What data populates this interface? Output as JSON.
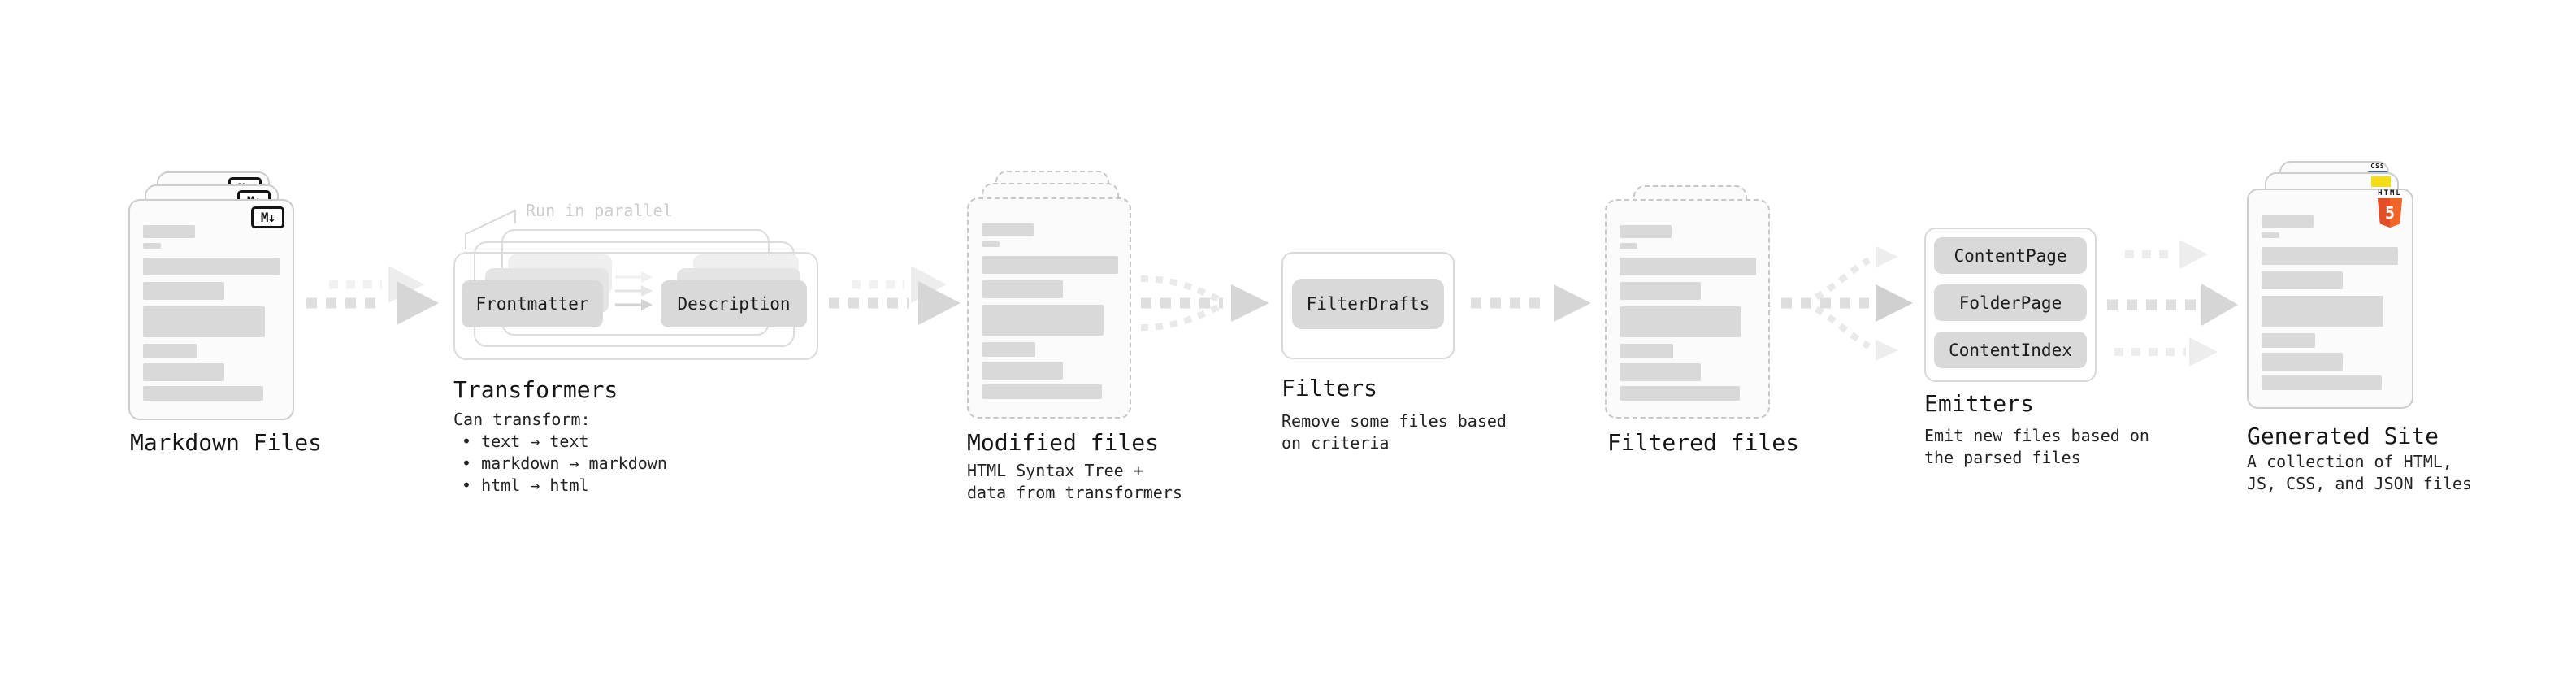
{
  "stages": {
    "markdown_files": {
      "label": "Markdown Files",
      "badge": "M↓"
    },
    "transformers": {
      "label": "Transformers",
      "callout": "Run in parallel",
      "pills": {
        "frontmatter": "Frontmatter",
        "description": "Description"
      },
      "desc_title": "Can transform:",
      "bullets": [
        "• text → text",
        "• markdown → markdown",
        "• html → html"
      ]
    },
    "modified_files": {
      "label": "Modified files",
      "desc": [
        "HTML Syntax Tree +",
        "data from transformers"
      ]
    },
    "filters": {
      "label": "Filters",
      "pills": {
        "filter_drafts": "FilterDrafts"
      },
      "desc": [
        "Remove some files based",
        "on criteria"
      ]
    },
    "filtered_files": {
      "label": "Filtered files"
    },
    "emitters": {
      "label": "Emitters",
      "pills": {
        "content_page": "ContentPage",
        "folder_page": "FolderPage",
        "content_index": "ContentIndex"
      },
      "desc": [
        "Emit new files based on",
        "the parsed files"
      ]
    },
    "generated_site": {
      "label": "Generated Site",
      "desc": [
        "A collection of HTML,",
        "JS, CSS, and JSON files"
      ],
      "icons": {
        "css_label": "CSS",
        "html5_label": "HTML",
        "html5_number": "5"
      }
    }
  },
  "colors": {
    "background": "#ffffff",
    "card_fill": "#fafafa",
    "card_border": "#cccccc",
    "pill_fill": "#d9d9d9",
    "box_border": "#dcdcdc",
    "arrow_dash": "#dedede",
    "arrow_head": "#d6d6d6",
    "arrow_faint": "#ededed",
    "text_primary": "#161616",
    "text_secondary": "#232323",
    "text_muted": "#cdcdcd",
    "html5_orange": "#e44d26",
    "js_yellow": "#f5de19",
    "css_blue": "#2b63f1",
    "markdown_badge_ink": "#141414"
  }
}
